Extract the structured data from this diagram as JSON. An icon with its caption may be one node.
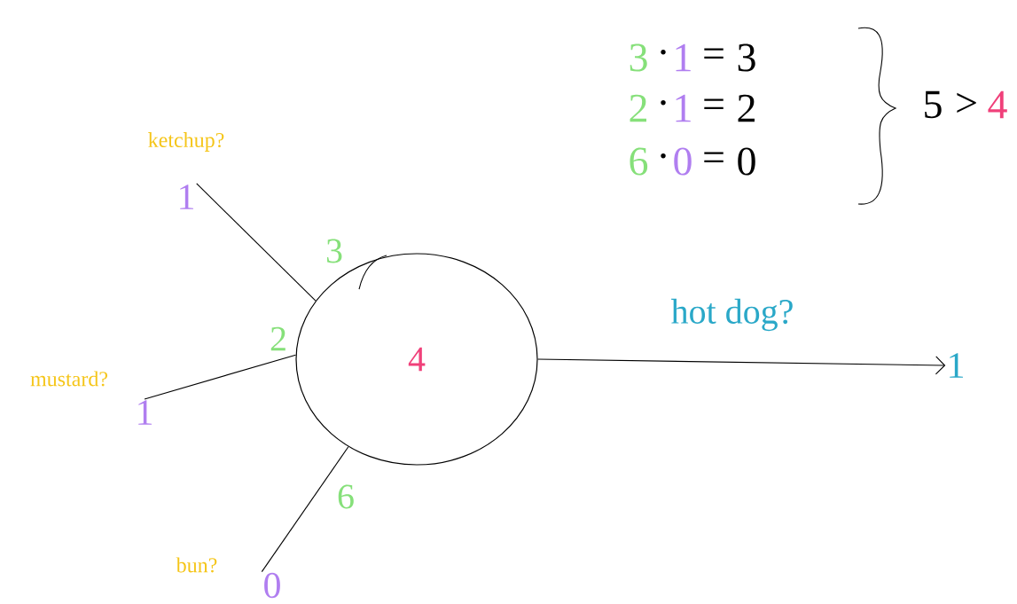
{
  "diagram": {
    "nodes": [
      {
        "text": [
          "1"
        ],
        "beside": [
          "ketchup?"
        ]
      },
      {
        "text": [
          "1"
        ],
        "beside": [
          "mustard?"
        ]
      },
      {
        "text": [
          "0"
        ],
        "beside": [
          "bun?"
        ]
      },
      {
        "text": [
          "4"
        ]
      },
      {
        "text": [
          "1"
        ]
      }
    ],
    "edges": [
      {
        "from": 0,
        "to": 3,
        "arrow": "none",
        "label": "3"
      },
      {
        "from": 1,
        "to": 3,
        "arrow": "none",
        "label": "2"
      },
      {
        "from": 2,
        "to": 3,
        "arrow": "none",
        "label": "6"
      },
      {
        "from": 3,
        "to": 4,
        "arrow": "to",
        "label": "hot dog?"
      }
    ],
    "labels": [
      "3",
      "·",
      "1",
      "=",
      "3",
      "2",
      "·",
      "1",
      "=",
      "2",
      "6",
      "·",
      "0",
      "=",
      "0",
      "5",
      ">",
      "4"
    ]
  }
}
